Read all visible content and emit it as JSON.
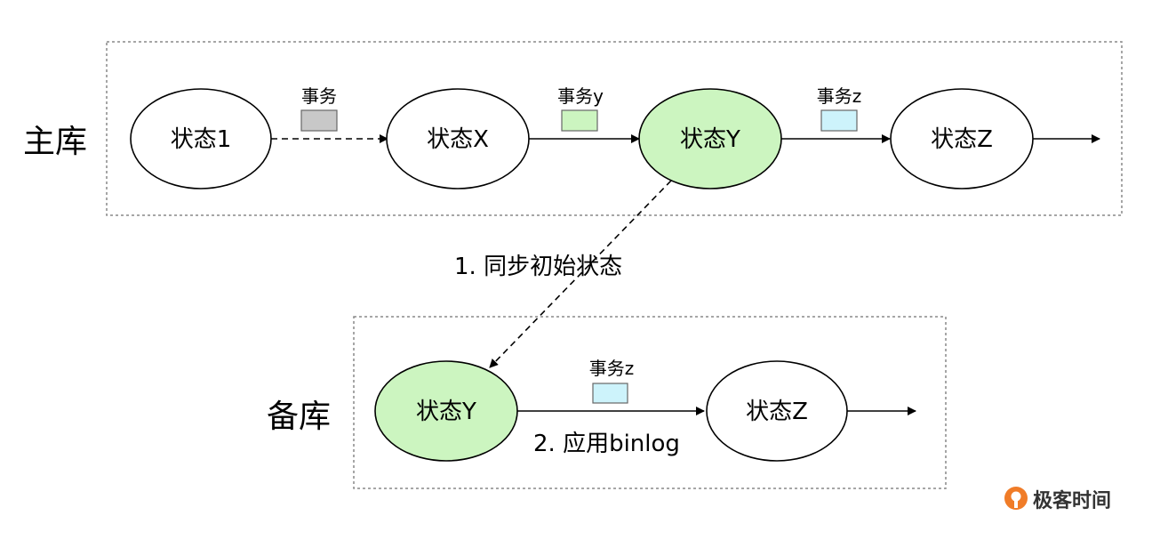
{
  "groups": {
    "primary": {
      "label": "主库"
    },
    "replica": {
      "label": "备库"
    }
  },
  "primary_nodes": [
    {
      "label": "状态1",
      "highlighted": false
    },
    {
      "label": "状态X",
      "highlighted": false
    },
    {
      "label": "状态Y",
      "highlighted": true
    },
    {
      "label": "状态Z",
      "highlighted": false
    }
  ],
  "primary_transactions": [
    {
      "label": "事务",
      "color": "#c8c8c8"
    },
    {
      "label": "事务y",
      "color": "#ccf5c0"
    },
    {
      "label": "事务z",
      "color": "#cdf3fb"
    }
  ],
  "replica_nodes": [
    {
      "label": "状态Y",
      "highlighted": true
    },
    {
      "label": "状态Z",
      "highlighted": false
    }
  ],
  "replica_transaction": {
    "label": "事务z",
    "color": "#cdf3fb"
  },
  "steps": {
    "sync_initial_state": "1. 同步初始状态",
    "apply_binlog": "2. 应用binlog"
  },
  "brand": {
    "name": "极客时间",
    "icon": "geektime-logo-icon",
    "color": "#f07c28"
  },
  "colors": {
    "highlight": "#ccf5c0",
    "stroke": "#000000",
    "dotted_border": "#888888"
  }
}
